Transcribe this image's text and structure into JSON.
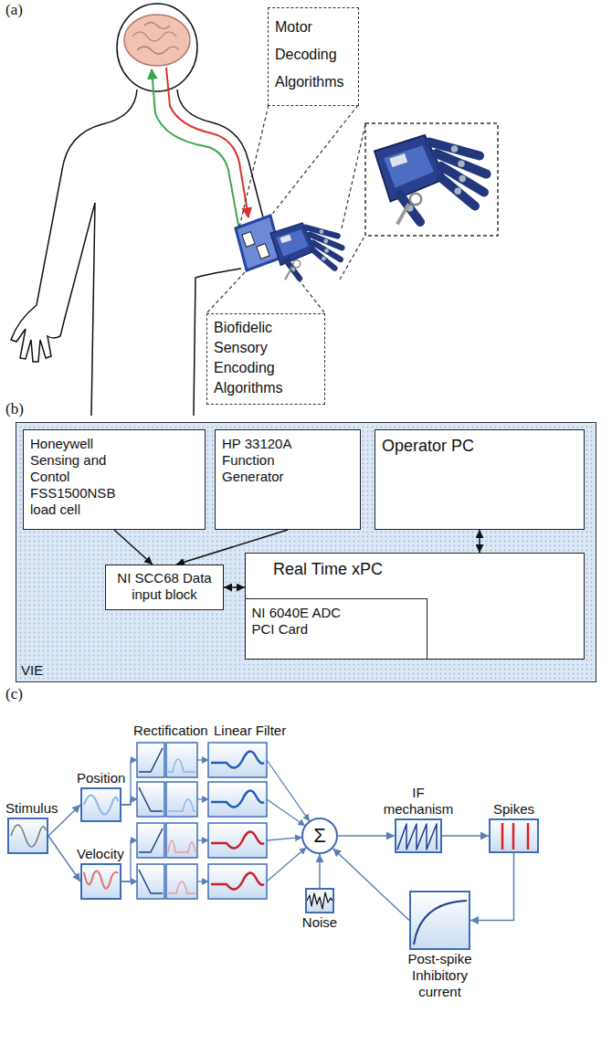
{
  "diagram": {
    "nodes": [
      {
        "text": [
          "Motor Decoding Algorithms"
        ]
      },
      {
        "text": [
          "Biofidelic Sensory Encoding Algorithms"
        ]
      },
      {
        "text": [
          "VIE"
        ]
      },
      {
        "text": [
          "Honeywell Sensing and Contol FSS1500NSB load cell"
        ],
        "in": 2
      },
      {
        "text": [
          "HP 33120A Function Generator"
        ],
        "in": 2
      },
      {
        "text": [
          "Operator PC"
        ],
        "in": 2
      },
      {
        "text": [
          "Real Time xPC"
        ],
        "in": 2
      },
      {
        "text": [
          "NI 6040E ADC PCI Card"
        ],
        "in": 6
      },
      {
        "text": [
          "NI SCC68 Data input block"
        ],
        "in": 2
      },
      {
        "text": [
          "Stimulus"
        ]
      },
      {
        "text": [
          "Position"
        ]
      },
      {
        "text": [
          "Velocity"
        ]
      },
      {
        "text": [
          "Σ"
        ]
      },
      {
        "text": [
          "Noise"
        ]
      },
      {
        "text": [
          "IF mechanism"
        ]
      },
      {
        "text": [
          "Spikes"
        ]
      },
      {
        "text": [
          "Post-spike Inhibitory current"
        ]
      }
    ],
    "edges": [
      {
        "from": 3,
        "to": 8,
        "arrow": "to"
      },
      {
        "from": 4,
        "to": 8,
        "arrow": "to"
      },
      {
        "from": 5,
        "to": 6,
        "arrow": "both"
      },
      {
        "from": 8,
        "to": 6,
        "arrow": "both"
      },
      {
        "from": 9,
        "to": 10,
        "arrow": "to"
      },
      {
        "from": 9,
        "to": 11,
        "arrow": "to"
      },
      {
        "from": 13,
        "to": 12,
        "arrow": "to"
      },
      {
        "from": 12,
        "to": 14,
        "arrow": "to"
      },
      {
        "from": 14,
        "to": 15,
        "arrow": "to"
      },
      {
        "from": 15,
        "to": 16,
        "arrow": "to"
      },
      {
        "from": 16,
        "to": 12,
        "arrow": "to"
      }
    ],
    "labels": [
      "(a)",
      "(b)",
      "(c)",
      "Rectification",
      "Linear Filter"
    ]
  }
}
